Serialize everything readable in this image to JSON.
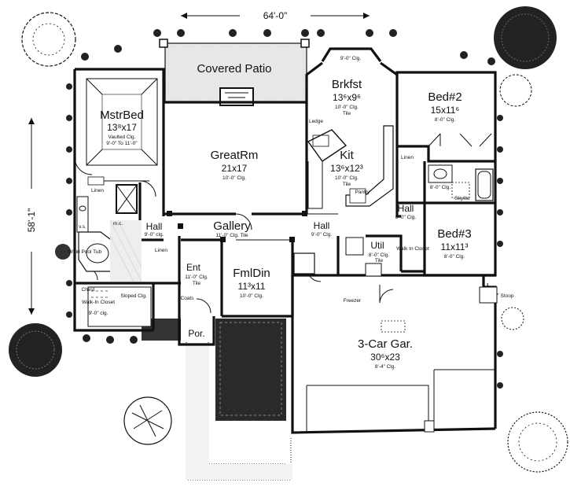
{
  "dimensions": {
    "width": "64'-0\"",
    "depth": "58'-1\""
  },
  "rooms": {
    "covered_patio": "Covered Patio",
    "patio_ceiling": "9'-0\" Clg.",
    "mstr_bed": {
      "name": "MstrBed",
      "size": "13⁸x17",
      "note1": "Vaulted Clg.",
      "note2": "9'-0\" To 11'-0\""
    },
    "great_rm": {
      "name": "GreatRm",
      "size": "21x17",
      "note": "10'-0\" Clg."
    },
    "brkfst": {
      "name": "Brkfst",
      "size": "13⁶x9⁶",
      "note1": "10'-0\" Clg.",
      "note2": "Tile"
    },
    "ledge": "Ledge",
    "kit": {
      "name": "Kit",
      "size": "13⁶x12³",
      "note1": "10'-0\" Clg.",
      "note2": "Tile"
    },
    "pantry": "Pantry",
    "bed2": {
      "name": "Bed#2",
      "size": "15x11⁶",
      "note": "8'-0\" Clg."
    },
    "linen_right": "Linen",
    "bath_right": "8'-0\" Clg.",
    "skylite": "Skylite",
    "hall_right": {
      "name": "Hall",
      "note": "8'-0\" Clg."
    },
    "bed3": {
      "name": "Bed#3",
      "size": "11x11³",
      "note": "8'-0\" Clg."
    },
    "walk_in_closet_right": "Walk In Closet",
    "util": {
      "name": "Util",
      "note1": "8'-0\" Clg.",
      "note2": "Tile"
    },
    "hall_center": {
      "name": "Hall",
      "note": "9'-0\" Clg."
    },
    "gallery": {
      "name": "Gallery",
      "note": "11'-0\" Clg. Tile"
    },
    "hall_left": {
      "name": "Hall",
      "note": "9'-0\" clg."
    },
    "linen_hall": "Linen",
    "ent": {
      "name": "Ent",
      "note1": "11'-0\" Clg.",
      "note2": "Tile"
    },
    "coats": "Coats",
    "por": "Por.",
    "fml_din": {
      "name": "FmlDin",
      "size": "11³x11",
      "note": "10'-0\" Clg."
    },
    "garage": {
      "name": "3-Car Gar.",
      "size": "30⁶x23",
      "note": "8'-4\" Clg."
    },
    "freezer": "Freezer",
    "stoop": "Stoop",
    "whirlpool_tub": "Whirl Pool Tub",
    "linen_bath": "Linen",
    "vanity_left": "v.s.",
    "vanity_mid": "m.c.",
    "chest": "Chest",
    "walk_in_closet_master": {
      "name": "Walk-In Closet",
      "note": "9'-0\" clg."
    },
    "sloped_clg": "Sloped Clg."
  }
}
